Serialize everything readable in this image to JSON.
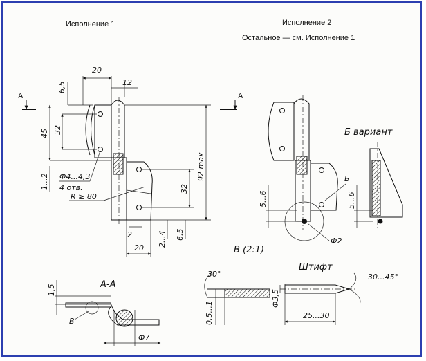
{
  "headings": {
    "variant1": "Исполнение 1",
    "variant2": "Исполнение 2",
    "rest": "Остальное — см. Исполнение 1",
    "variantB": "Б вариант",
    "section": "А-А",
    "detail": "В (2:1)",
    "pin": "Штифт"
  },
  "labels": {
    "cutA_left": "А",
    "cutA_right": "А",
    "detailB_left": "Б",
    "markV": "В"
  },
  "dims": {
    "d20_top": "20",
    "d12": "12",
    "d6_5_top": "6,5",
    "d45": "45",
    "d32_left": "32",
    "d1_2": "1...2",
    "hole": "Ф4...4,3",
    "holes_count": "4 отв.",
    "radius": "R ≥ 80",
    "d92max": "92 max",
    "d32_right": "32",
    "d2": "2",
    "d2_4": "2...4",
    "d6_5_bottom": "6,5",
    "d20_bottom": "20",
    "d5_6_a": "5...6",
    "d5_6_b": "5...6",
    "phi2": "Ф2",
    "d1_5": "1,5",
    "phi7": "Ф7",
    "ang30": "30°",
    "ang30_45": "30...45°",
    "d0_5_1": "0,5...1",
    "phi3_5": "Ф3,5",
    "d25_30": "25...30"
  }
}
